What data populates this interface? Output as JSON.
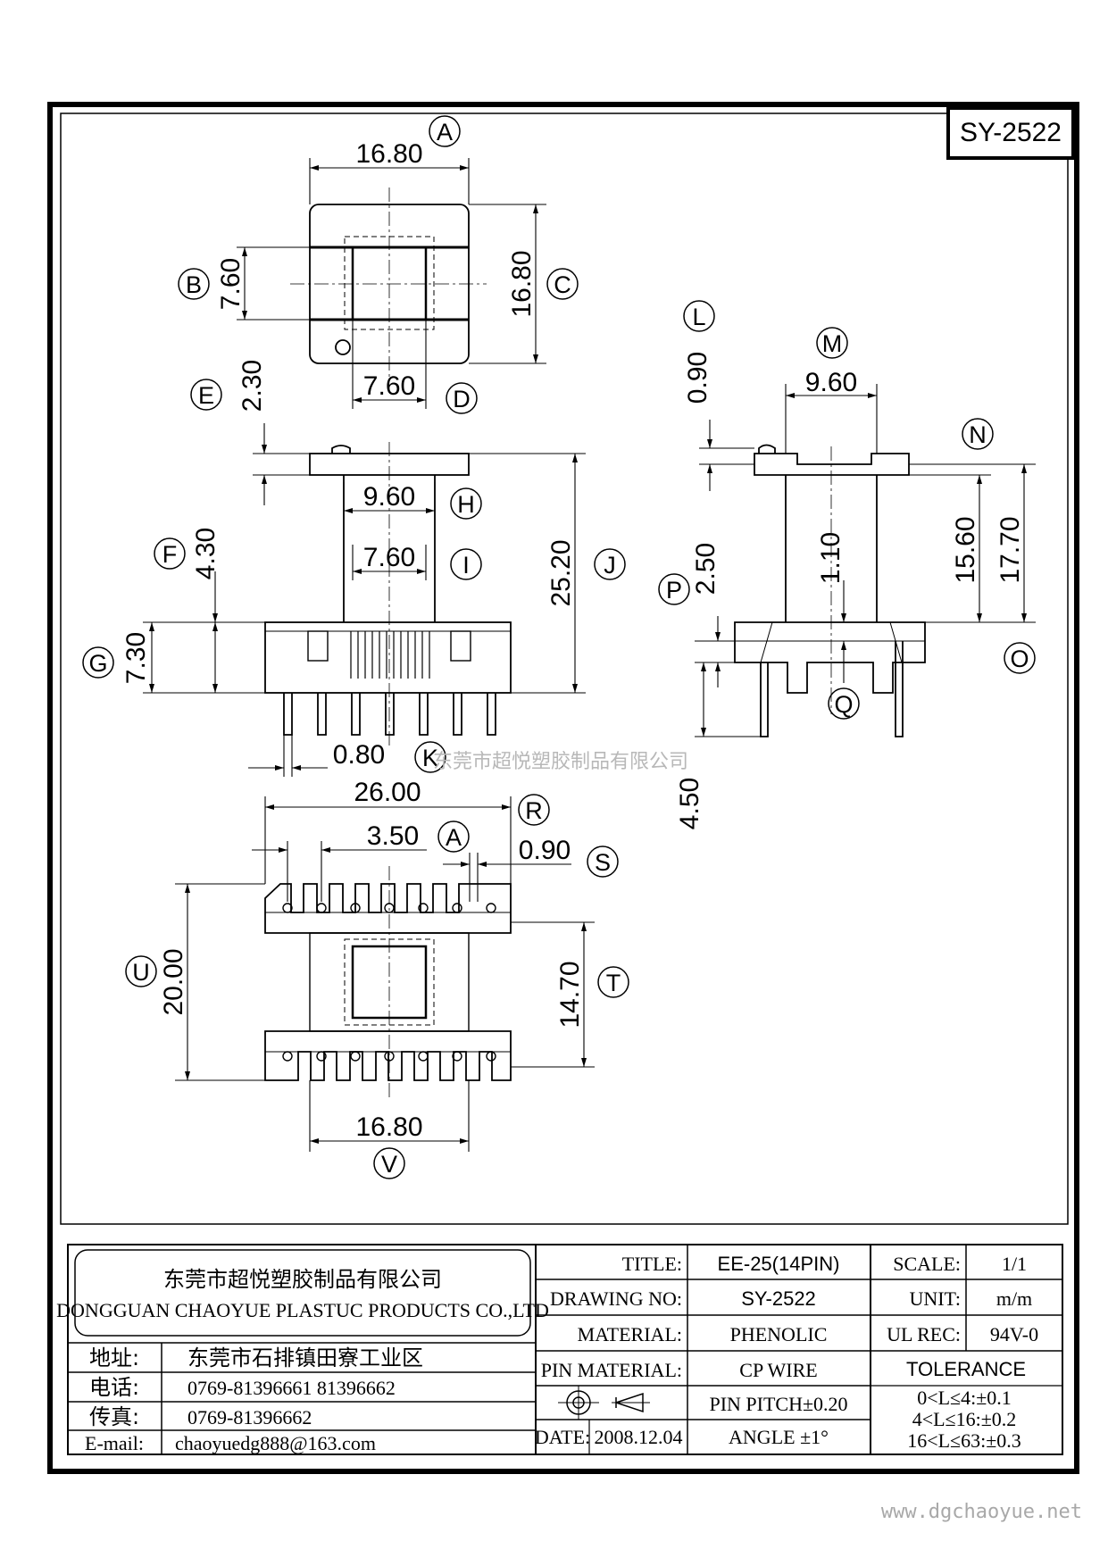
{
  "drawing_code": "SY-2522",
  "watermark": "东莞市超悦塑胶制品有限公司",
  "website": "www.dgchaoyue.net",
  "dimensions": {
    "A_top": "16.80",
    "B": "7.60",
    "C": "16.80",
    "D": "7.60",
    "E": "2.30",
    "F": "4.30",
    "G": "7.30",
    "H": "9.60",
    "I": "7.60",
    "J": "25.20",
    "K": "0.80",
    "L": "0.90",
    "M": "9.60",
    "N_inner": "15.60",
    "N_outer": "17.70",
    "P": "2.50",
    "Q": "1.10",
    "pin_len": "4.50",
    "R": "26.00",
    "A_bottom": "3.50",
    "S": "0.90",
    "T": "14.70",
    "U": "20.00",
    "V": "16.80"
  },
  "callouts": {
    "A": "A",
    "B": "B",
    "C": "C",
    "D": "D",
    "E": "E",
    "F": "F",
    "G": "G",
    "H": "H",
    "I": "I",
    "J": "J",
    "K": "K",
    "L": "L",
    "M": "M",
    "N": "N",
    "O": "O",
    "P": "P",
    "Q": "Q",
    "R": "R",
    "S": "S",
    "T": "T",
    "U": "U",
    "V": "V"
  },
  "title_block": {
    "company_cn": "东莞市超悦塑胶制品有限公司",
    "company_en": "DONGGUAN CHAOYUE PLASTUC PRODUCTS CO.,LTD",
    "address_label": "地址:",
    "address": "东莞市石排镇田寮工业区",
    "phone_label": "电话:",
    "phone": "0769-81396661   81396662",
    "fax_label": "传真:",
    "fax": "0769-81396662",
    "email_label": "E-mail:",
    "email": "chaoyuedg888@163.com",
    "title_label": "TITLE:",
    "title": "EE-25(14PIN)",
    "drawing_no_label": "DRAWING NO:",
    "drawing_no": "SY-2522",
    "material_label": "MATERIAL:",
    "material": "PHENOLIC",
    "pin_material_label": "PIN MATERIAL:",
    "pin_material": "CP WIRE",
    "pin_pitch": "PIN PITCH±0.20",
    "date_label": "DATE:",
    "date": "2008.12.04",
    "angle": "ANGLE   ±1°",
    "scale_label": "SCALE:",
    "scale": "1/1",
    "unit_label": "UNIT:",
    "unit": "m/m",
    "ul_label": "UL REC:",
    "ul": "94V-0",
    "tolerance_label": "TOLERANCE",
    "tolerances": [
      "0<L≤4:±0.1",
      "4<L≤16:±0.2",
      "16<L≤63:±0.3"
    ]
  }
}
